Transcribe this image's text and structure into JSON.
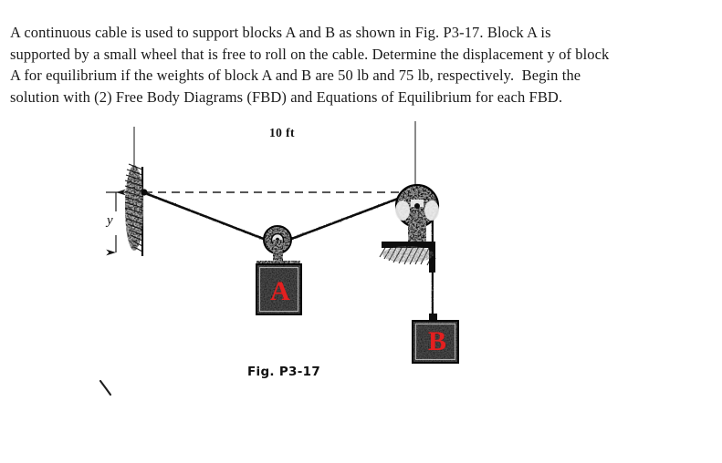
{
  "document": {
    "type": "engineering-statics-problem",
    "background_color": "#ffffff"
  },
  "problem": {
    "lines": [
      "A continuous cable is used to support blocks A and B as shown in Fig. P3-17. Block A is",
      "supported by a small wheel that is free to roll on the cable. Determine the displacement y of block",
      "A for equilibrium if the weights of block A and B are 50 lb and 75 lb, respectively.  Begin the",
      "solution with (2) Free Body Diagrams (FBD) and Equations of Equilibrium for each FBD."
    ],
    "full_text": "A continuous cable is used to support blocks A and B as shown in Fig. P3-17. Block A is supported by a small wheel that is free to roll on the cable. Determine the displacement y of block A for equilibrium if the weights of block A and B are 50 lb and 75 lb, respectively.  Begin the solution with (2) Free Body Diagrams (FBD) and Equations of Equilibrium for each FBD."
  },
  "figure": {
    "caption": "Fig. P3-17",
    "span_dimension_label": "10 ft",
    "vertical_dimension_label": "y",
    "block_a_label": "A",
    "block_b_label": "B",
    "block_letter_color": "#e32020",
    "ink_color": "#141414",
    "components": {
      "left_wall": "hatched-vertical-wall-support",
      "cable_anchor": "pin-anchor-point",
      "rolling_wheel": "small-wheel-on-cable",
      "right_pulley": "fixed-pulley-on-bracket",
      "dashed_reference": "horizontal-dashed-datum-line"
    }
  }
}
